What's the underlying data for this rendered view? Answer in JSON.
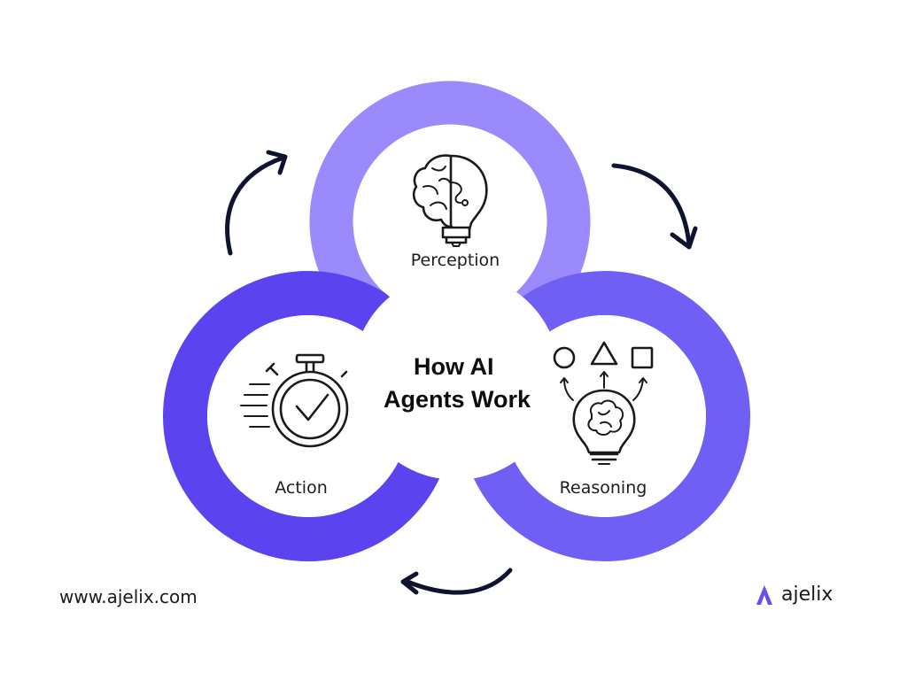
{
  "title_lines": [
    "How AI",
    "Agents Work"
  ],
  "stages": {
    "perception": {
      "label": "Perception",
      "icon": "brain-lightbulb-icon",
      "color": "#9a8afc"
    },
    "reasoning": {
      "label": "Reasoning",
      "icon": "brain-shapes-icon",
      "color": "#705ff5"
    },
    "action": {
      "label": "Action",
      "icon": "stopwatch-check-icon",
      "color": "#5b44ef"
    }
  },
  "footer": {
    "url": "www.ajelix.com"
  },
  "brand": {
    "name": "ajelix",
    "icon": "ajelix-logo-icon",
    "color": "#6a4cf3"
  },
  "arrow_color": "#0f1330"
}
